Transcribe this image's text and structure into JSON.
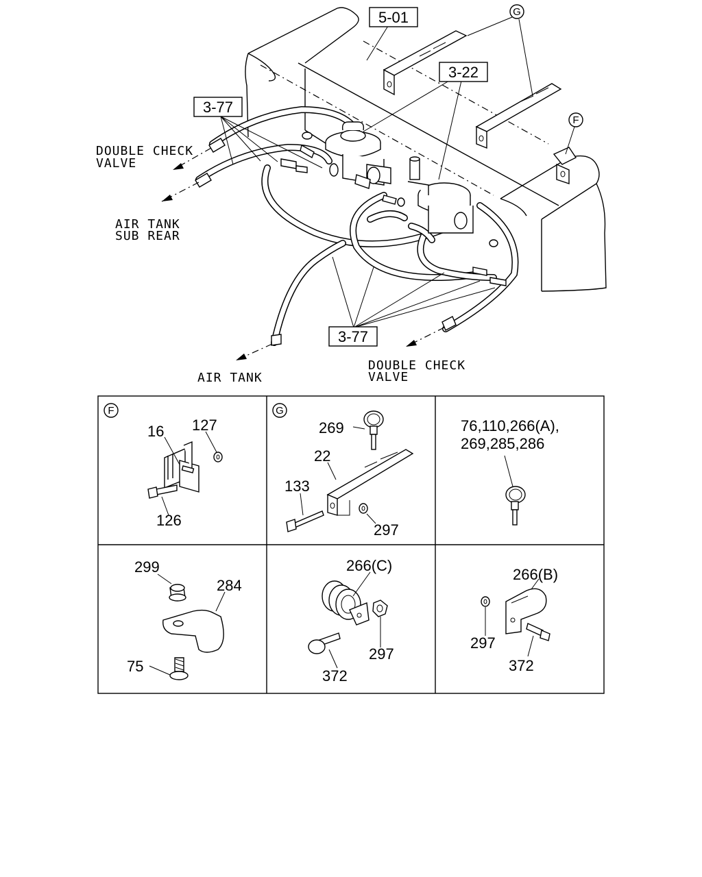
{
  "main": {
    "ref_boxes": [
      "5-01",
      "3-22",
      "3-77",
      "3-77"
    ],
    "circle_markers": [
      "G",
      "F"
    ],
    "directions": {
      "double_check_valve_left": [
        "DOUBLE CHECK",
        "VALVE"
      ],
      "air_tank_sub_rear": [
        "AIR TANK",
        "SUB REAR"
      ],
      "air_tank": "AIR TANK",
      "double_check_valve_right": [
        "DOUBLE CHECK",
        "VALVE"
      ]
    }
  },
  "details": [
    {
      "id": "F",
      "marker": "F",
      "labels": [
        "16",
        "127",
        "126"
      ]
    },
    {
      "id": "G",
      "marker": "G",
      "labels": [
        "269",
        "22",
        "133",
        "297"
      ]
    },
    {
      "id": "clamp",
      "labels": [
        "76,110,266(A),",
        "269,285,286"
      ]
    },
    {
      "id": "clip",
      "labels": [
        "299",
        "284",
        "75"
      ]
    },
    {
      "id": "grommet-c",
      "labels": [
        "266(C)",
        "297",
        "372"
      ]
    },
    {
      "id": "clip-b",
      "labels": [
        "266(B)",
        "297",
        "372"
      ]
    }
  ]
}
